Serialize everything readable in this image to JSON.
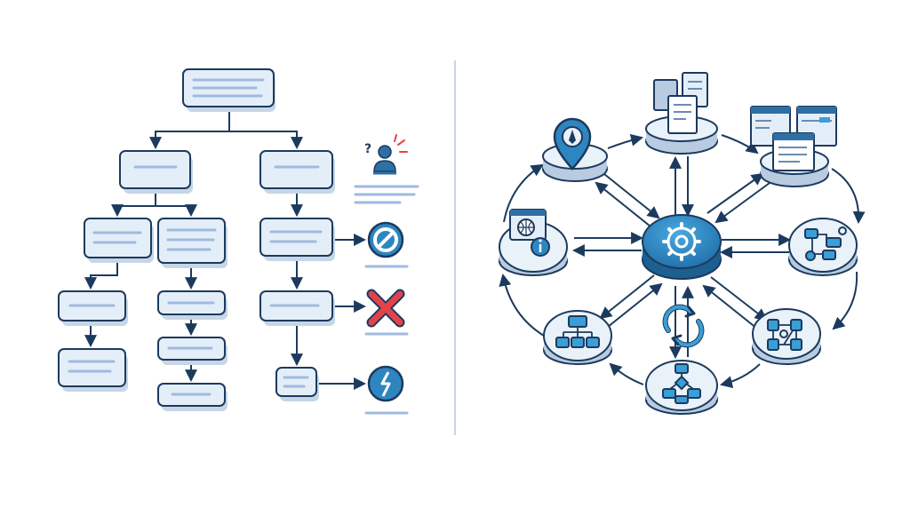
{
  "colors": {
    "background": "#ffffff",
    "stroke": "#1c3a5e",
    "box_fill": "#e4eef8",
    "box_shadow": "#c7d6e6",
    "placeholder_line": "#9fbbe0",
    "divider": "#b9c7d6",
    "hub_fill": "#2e86c1",
    "hub_dark": "#1d5f8f",
    "accent": "#3a9fd6",
    "error_red": "#e2434b",
    "node_side": "#b8cbe0"
  },
  "left_panel": {
    "type": "hierarchical-flowchart",
    "nodes": [
      "root",
      "a",
      "b",
      "a1",
      "a2",
      "a11",
      "a12",
      "a21",
      "a22",
      "a23",
      "b1",
      "b2",
      "b3"
    ],
    "edges": [
      [
        "root",
        "a"
      ],
      [
        "root",
        "b"
      ],
      [
        "a",
        "a1"
      ],
      [
        "a",
        "a2"
      ],
      [
        "a1",
        "a11"
      ],
      [
        "a11",
        "a12"
      ],
      [
        "a2",
        "a21"
      ],
      [
        "a21",
        "a22"
      ],
      [
        "a22",
        "a23"
      ],
      [
        "b",
        "b1"
      ],
      [
        "b1",
        "b2"
      ],
      [
        "b2",
        "b3"
      ]
    ],
    "outcome_icons": [
      "user-question-icon",
      "blocked-icon",
      "cross-icon",
      "broken-link-icon"
    ]
  },
  "right_panel": {
    "type": "hub-and-spoke-network",
    "hub_icon": "gear-icon",
    "satellites": [
      {
        "id": "top",
        "icon": "documents-icon"
      },
      {
        "id": "top-right",
        "icon": "windows-icon"
      },
      {
        "id": "right",
        "icon": "flowchart-icon"
      },
      {
        "id": "bottom-right",
        "icon": "network-graph-icon"
      },
      {
        "id": "bottom",
        "icon": "decision-tree-icon"
      },
      {
        "id": "bottom-left",
        "icon": "hierarchy-icon"
      },
      {
        "id": "left",
        "icon": "web-info-icon"
      },
      {
        "id": "top-left",
        "icon": "location-pin-icon"
      }
    ],
    "center_icon": "sync-arrows-icon"
  }
}
